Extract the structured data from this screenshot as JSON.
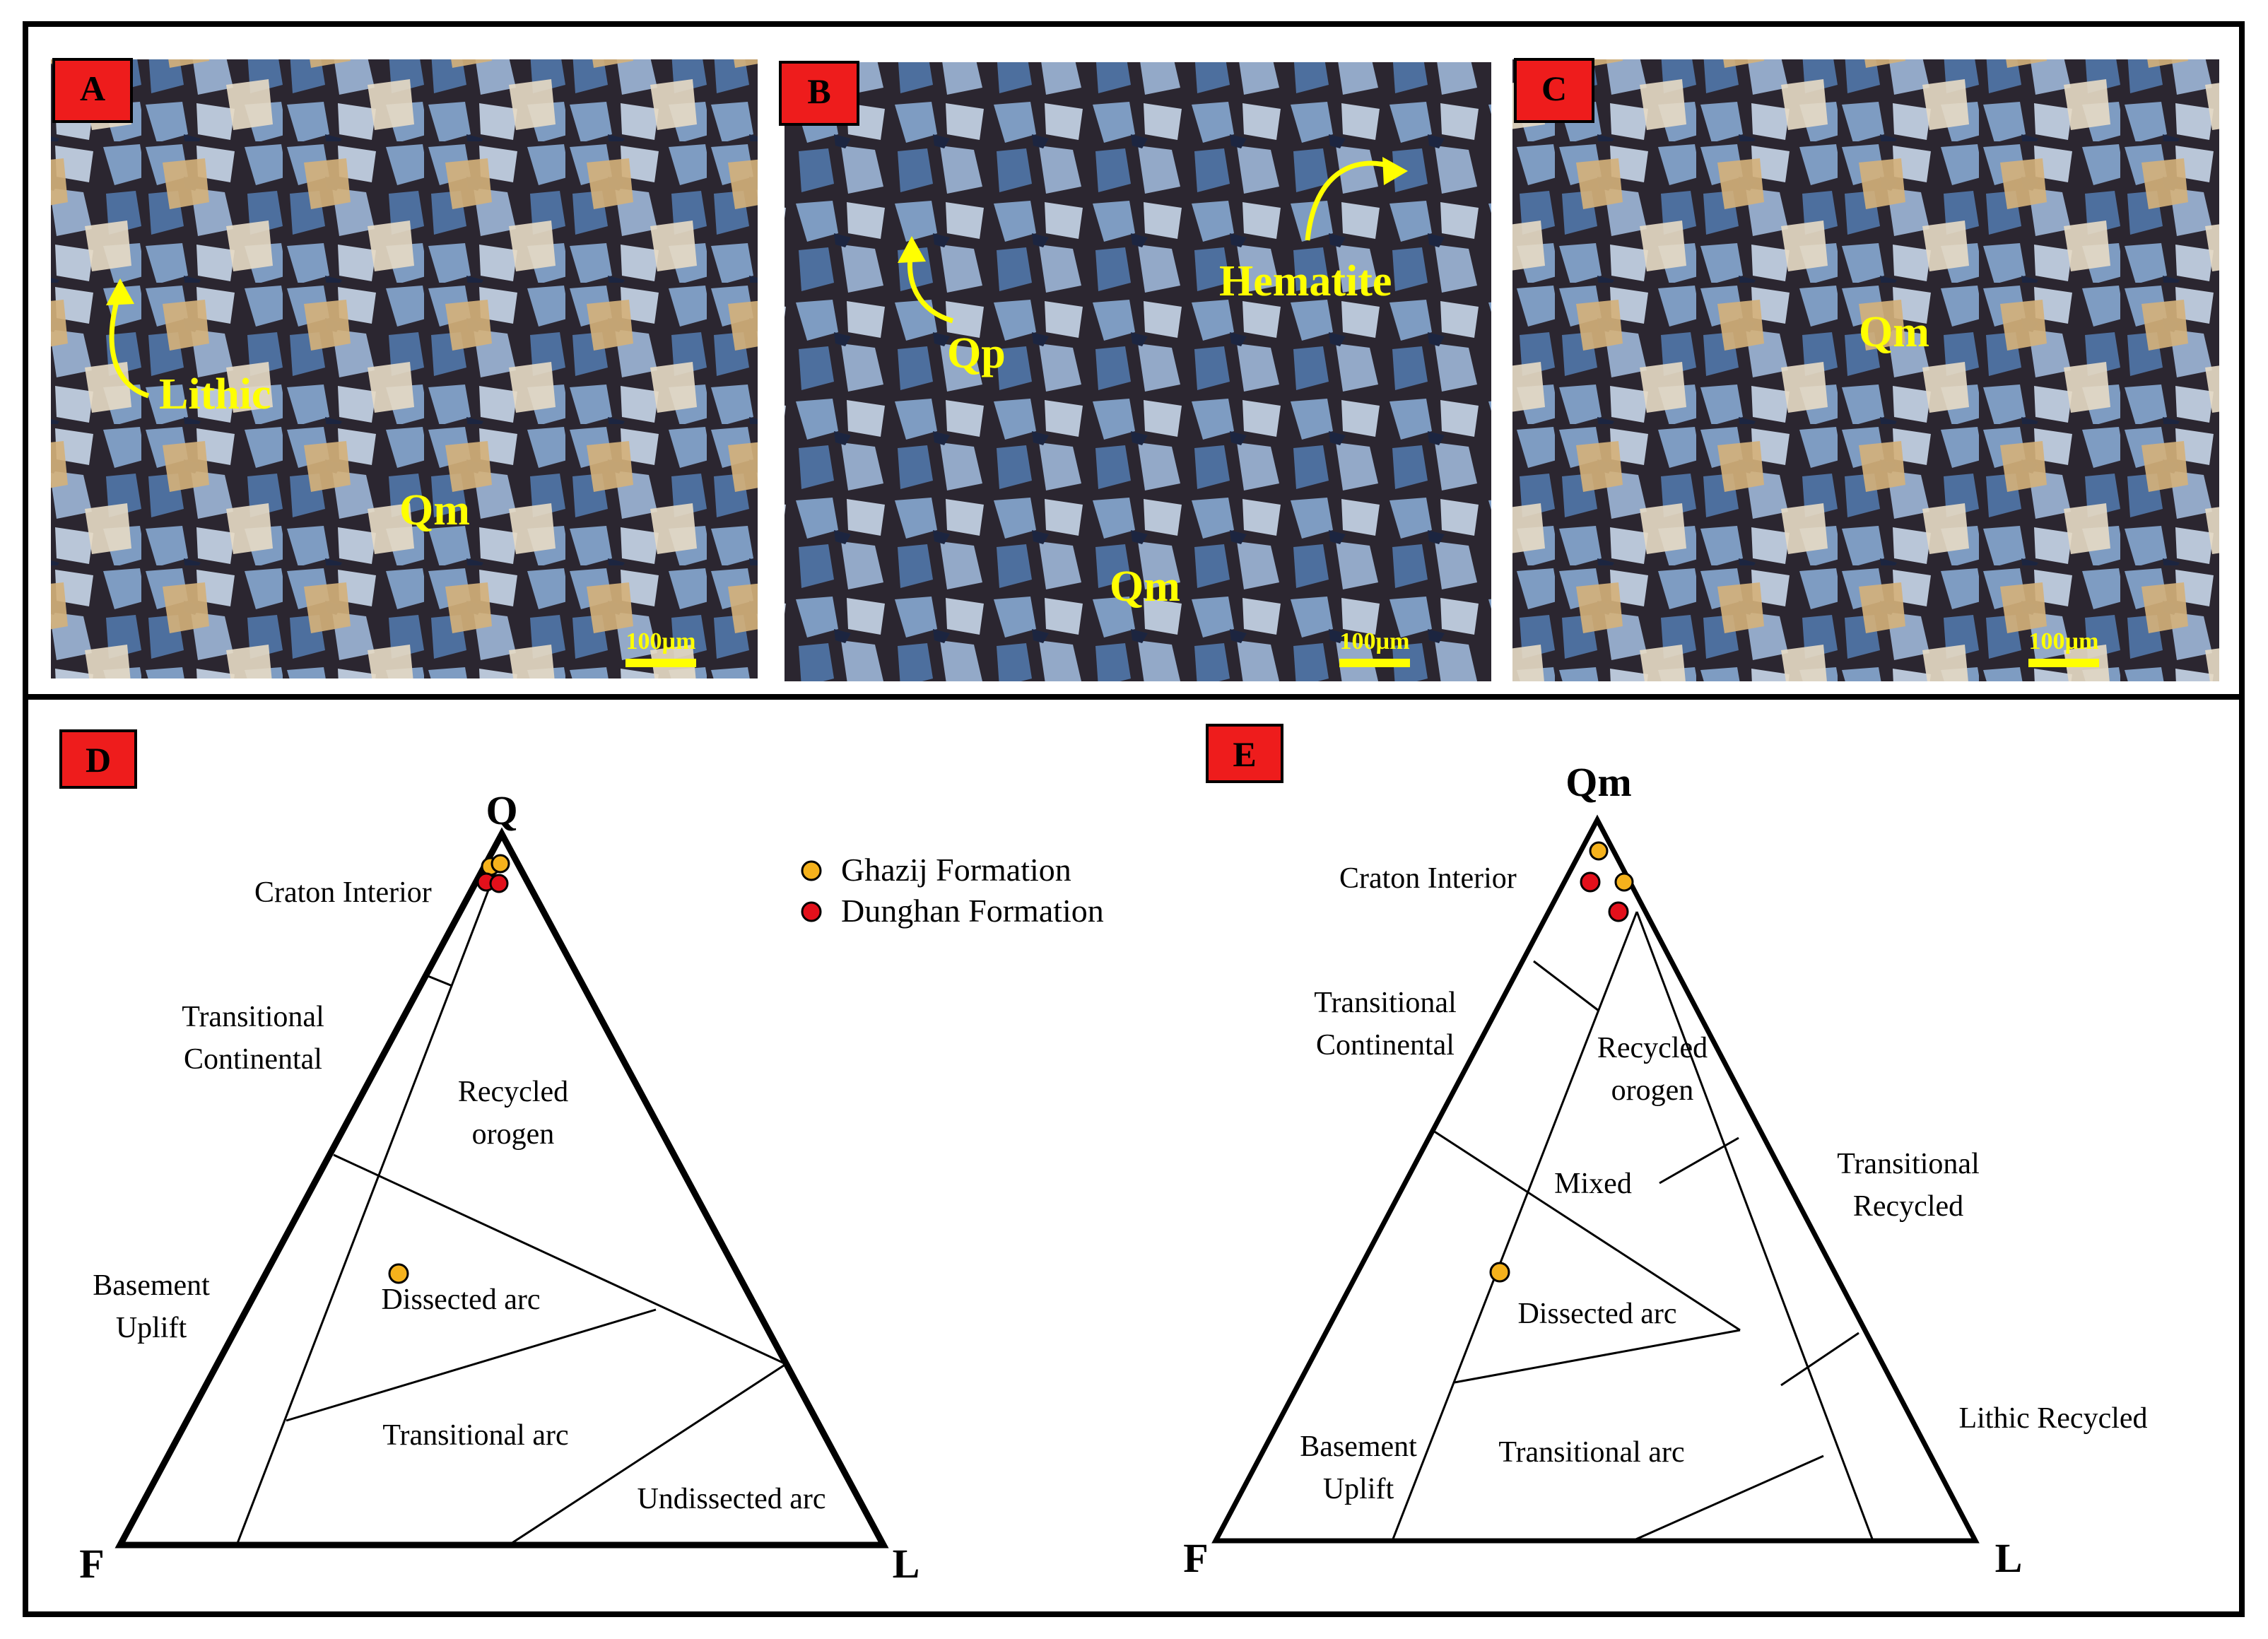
{
  "photos": [
    {
      "id": "A",
      "labels": [
        "Lithic",
        "Qm"
      ],
      "scale": "100µm"
    },
    {
      "id": "B",
      "labels": [
        "Qp",
        "Hematite",
        "Qm"
      ],
      "scale": "100µm"
    },
    {
      "id": "C",
      "labels": [
        "Qm"
      ],
      "scale": "100µm"
    }
  ],
  "diagram_d": {
    "tag": "D",
    "apex_top": "Q",
    "apex_left": "F",
    "apex_right": "L",
    "fields": {
      "craton": "Craton Interior",
      "transitional_continental": [
        "Transitional",
        "Continental"
      ],
      "recycled_orogen": [
        "Recycled",
        "orogen"
      ],
      "basement_uplift": [
        "Basement",
        "Uplift"
      ],
      "dissected_arc": "Dissected arc",
      "transitional_arc": "Transitional  arc",
      "undissected_arc": "Undissected arc"
    }
  },
  "diagram_e": {
    "tag": "E",
    "apex_top": "Qm",
    "apex_left": "F",
    "apex_right": "L",
    "fields": {
      "craton": "Craton Interior",
      "transitional_continental": [
        "Transitional",
        "Continental"
      ],
      "recycled_orogen": [
        "Recycled",
        "orogen"
      ],
      "mixed": "Mixed",
      "transitional_recycled": [
        "Transitional",
        "Recycled"
      ],
      "dissected_arc": "Dissected arc",
      "basement_uplift": [
        "Basement",
        "Uplift"
      ],
      "transitional_arc": "Transitional  arc",
      "lithic_recycled": "Lithic  Recycled"
    }
  },
  "legend": [
    {
      "name": "Ghazij Formation",
      "color": "#f5b21c"
    },
    {
      "name": "Dunghan Formation",
      "color": "#e3101b"
    }
  ],
  "colors": {
    "tag_fill": "#ee1c1c",
    "label_yellow": "#ffff00"
  }
}
